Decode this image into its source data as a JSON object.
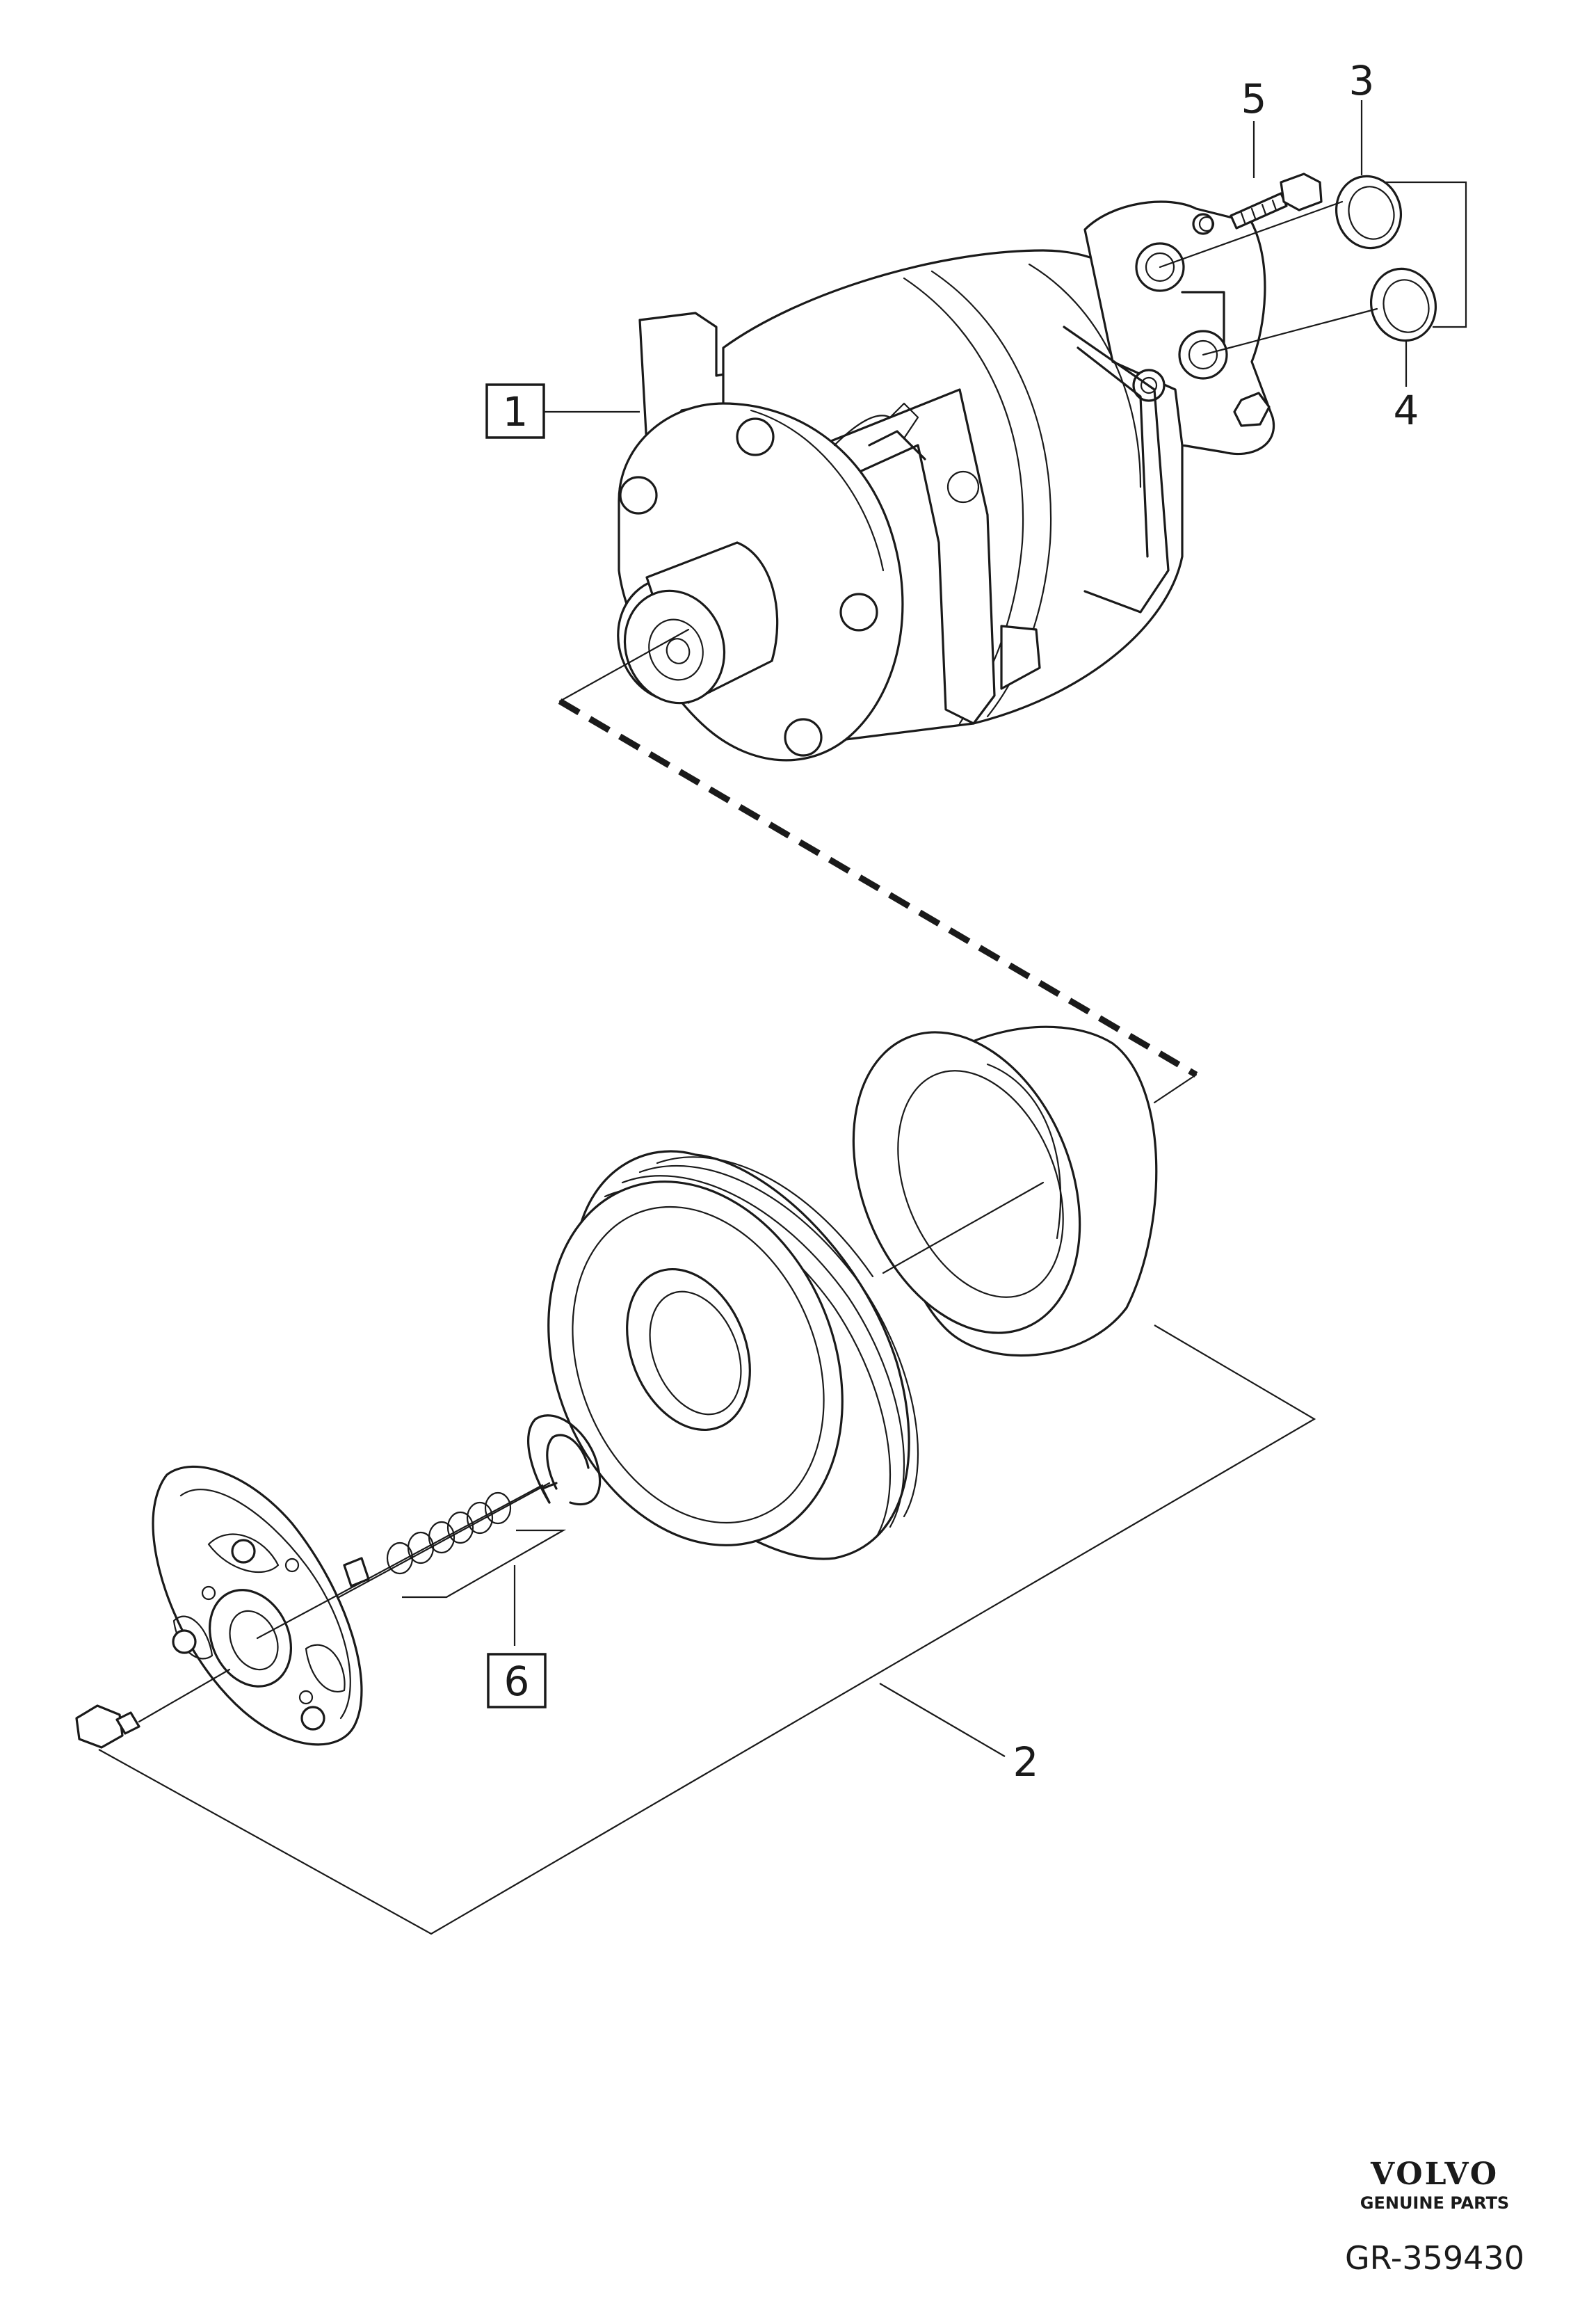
{
  "callouts": {
    "c1": "1",
    "c2": "2",
    "c3": "3",
    "c4": "4",
    "c5": "5",
    "c6": "6"
  },
  "footer": {
    "brand": "VOLVO",
    "brand_sub": "GENUINE PARTS",
    "reference": "GR-359430"
  }
}
